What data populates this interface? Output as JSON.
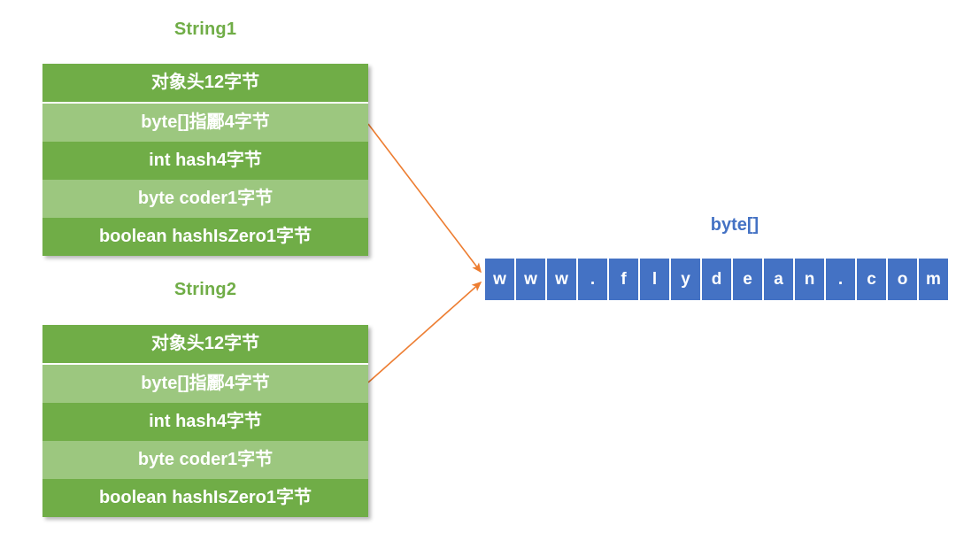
{
  "diagram": {
    "title_color_green": "#70AD47",
    "title_color_blue": "#4472C4",
    "arrow_color": "#ED7D31",
    "structs": [
      {
        "title": "String1",
        "rows": [
          {
            "label": "对象头12字节"
          },
          {
            "label": "byte[]指酈4字节"
          },
          {
            "label": "int hash4字节"
          },
          {
            "label": "byte coder1字节"
          },
          {
            "label": "boolean hashIsZero1字节"
          }
        ]
      },
      {
        "title": "String2",
        "rows": [
          {
            "label": "对象头12字节"
          },
          {
            "label": "byte[]指酈4字节"
          },
          {
            "label": "int hash4字节"
          },
          {
            "label": "byte coder1字节"
          },
          {
            "label": "boolean hashIsZero1字节"
          }
        ]
      }
    ],
    "array": {
      "title": "byte[]",
      "value": "www.flydean.com",
      "cells": [
        "w",
        "w",
        "w",
        ".",
        "f",
        "l",
        "y",
        "d",
        "e",
        "a",
        "n",
        ".",
        "c",
        "o",
        "m"
      ]
    },
    "arrows": [
      {
        "name": "string1-pointer-arrow",
        "from_label": "byte[]指酈4字节",
        "to_label": "byte[] cell 0"
      },
      {
        "name": "string2-pointer-arrow",
        "from_label": "byte[]指酈4字节",
        "to_label": "byte[] cell 0"
      }
    ]
  }
}
